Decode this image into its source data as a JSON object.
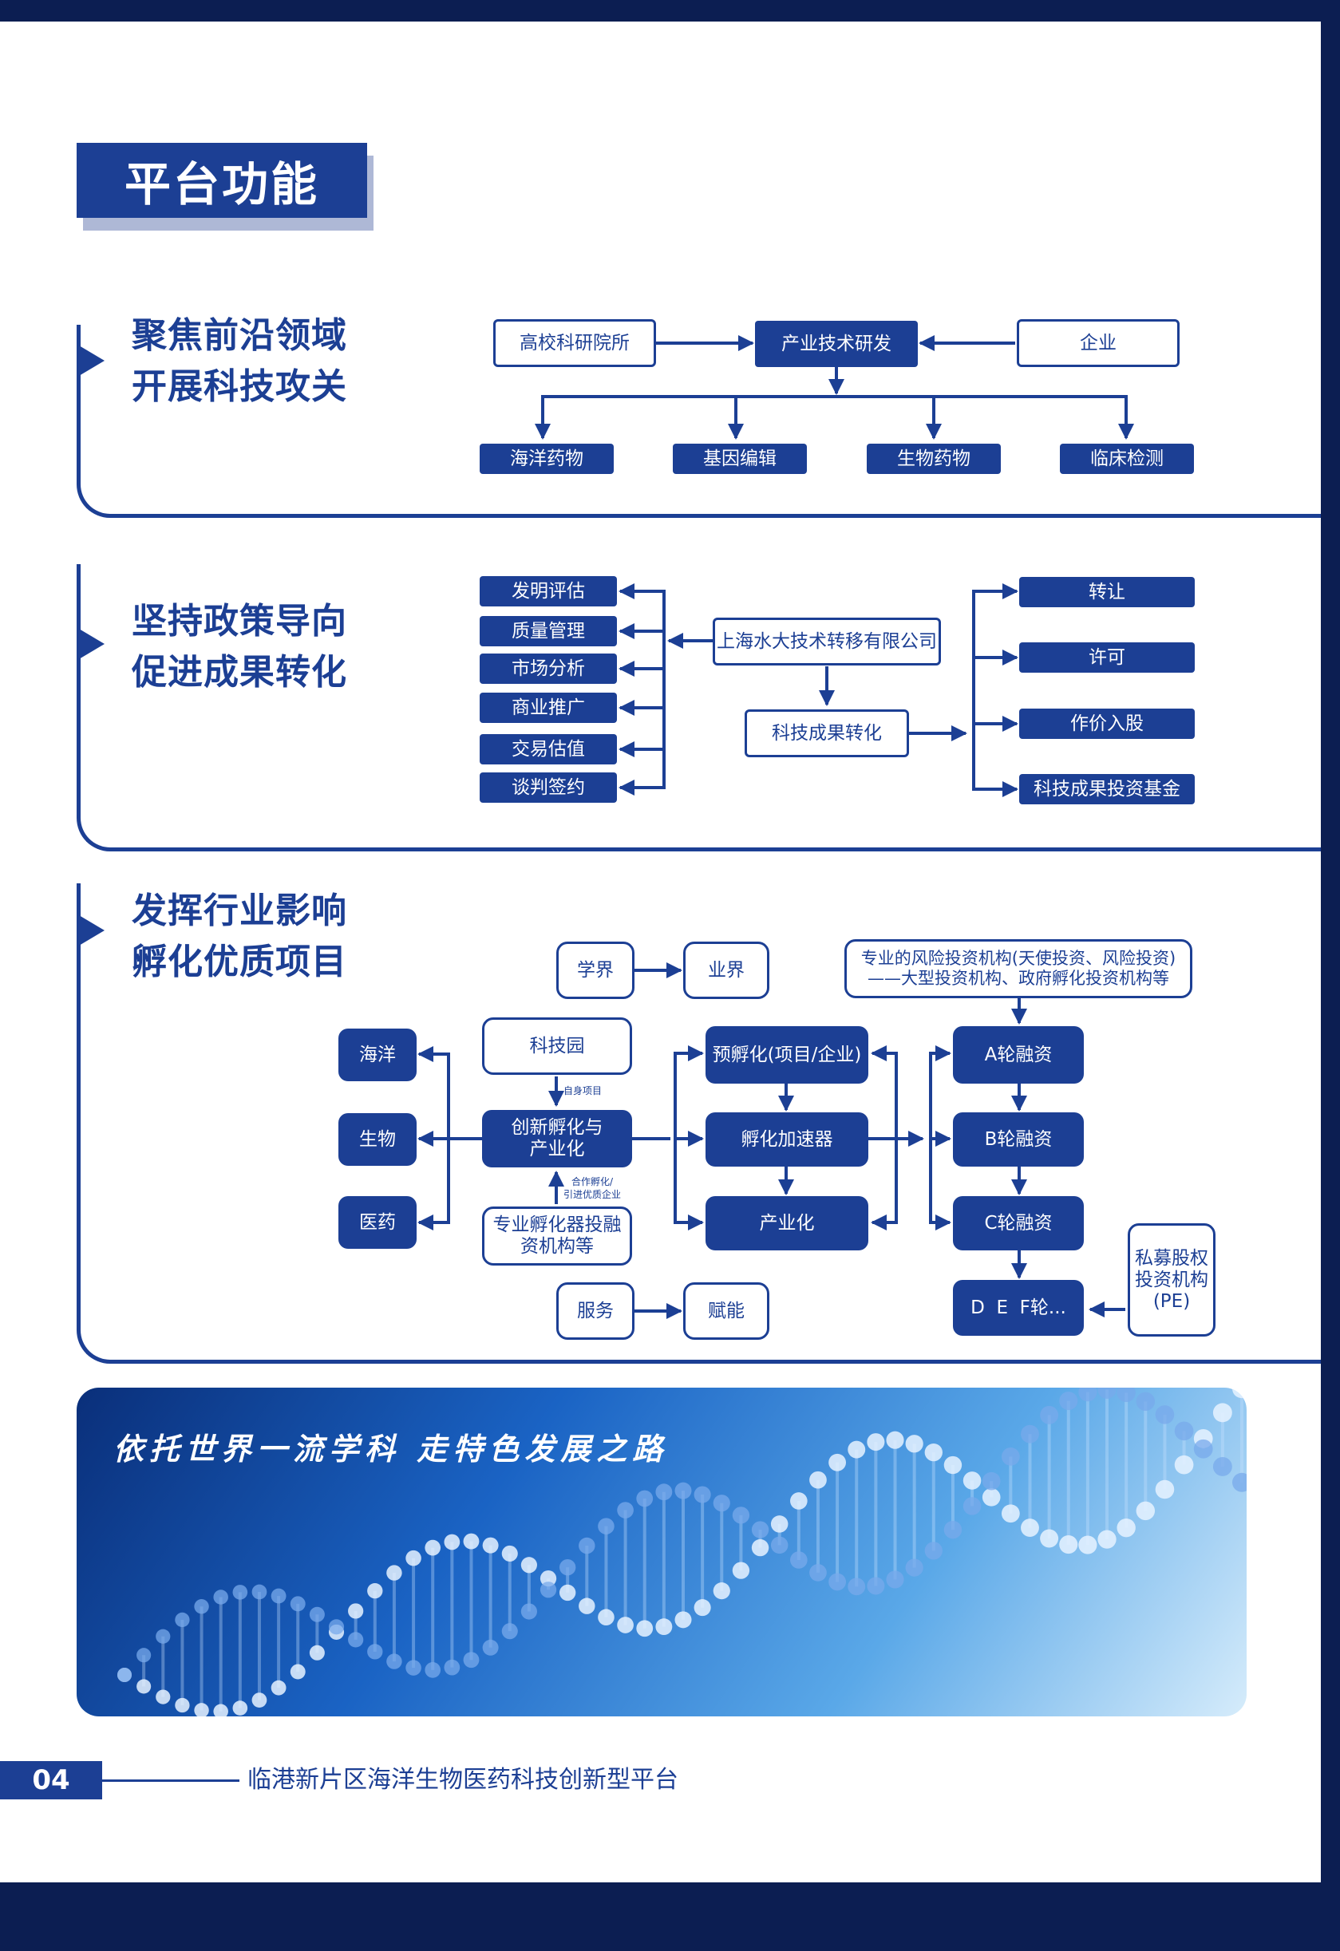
{
  "title": "平台功能",
  "sections": [
    {
      "heading_l1": "聚焦前沿领域",
      "heading_l2": "开展科技攻关"
    },
    {
      "heading_l1": "坚持政策导向",
      "heading_l2": "促进成果转化"
    },
    {
      "heading_l1": "发挥行业影响",
      "heading_l2": "孵化优质项目"
    }
  ],
  "s1": {
    "university": "高校科研院所",
    "rd": "产业技术研发",
    "enterprise": "企业",
    "fields": [
      "海洋药物",
      "基因编辑",
      "生物药物",
      "临床检测"
    ]
  },
  "s2": {
    "services": [
      "发明评估",
      "质量管理",
      "市场分析",
      "商业推广",
      "交易估值",
      "谈判签约"
    ],
    "company": "上海水大技术转移有限公司",
    "transfer": "科技成果转化",
    "modes": [
      "转让",
      "许可",
      "作价入股",
      "科技成果投资基金"
    ]
  },
  "s3": {
    "domains": [
      "海洋",
      "生物",
      "医药"
    ],
    "academia": "学界",
    "industry": "业界",
    "vc_line1": "专业的风险投资机构(天使投资、风险投资)",
    "vc_line2": "——大型投资机构、政府孵化投资机构等",
    "park": "科技园",
    "own_projects": "自身项目",
    "incubation_l1": "创新孵化与",
    "incubation_l2": "产业化",
    "coop_l1": "合作孵化/",
    "coop_l2": "引进优质企业",
    "incubator_l1": "专业孵化器投融",
    "incubator_l2": "资机构等",
    "stages": [
      "预孵化(项目/企业)",
      "孵化加速器",
      "产业化"
    ],
    "rounds": [
      "A轮融资",
      "B轮融资",
      "C轮融资",
      "D  E  F轮..."
    ],
    "pe_l1": "私募股权",
    "pe_l2": "投资机构",
    "pe_l3": "(PE)",
    "service": "服务",
    "empower": "赋能"
  },
  "banner": {
    "slogan": "依托世界一流学科  走特色发展之路"
  },
  "footer": {
    "page_number": "04",
    "text": "临港新片区海洋生物医药科技创新型平台"
  },
  "colors": {
    "primary": "#1c3f94",
    "dark_band": "#0c1e52"
  }
}
